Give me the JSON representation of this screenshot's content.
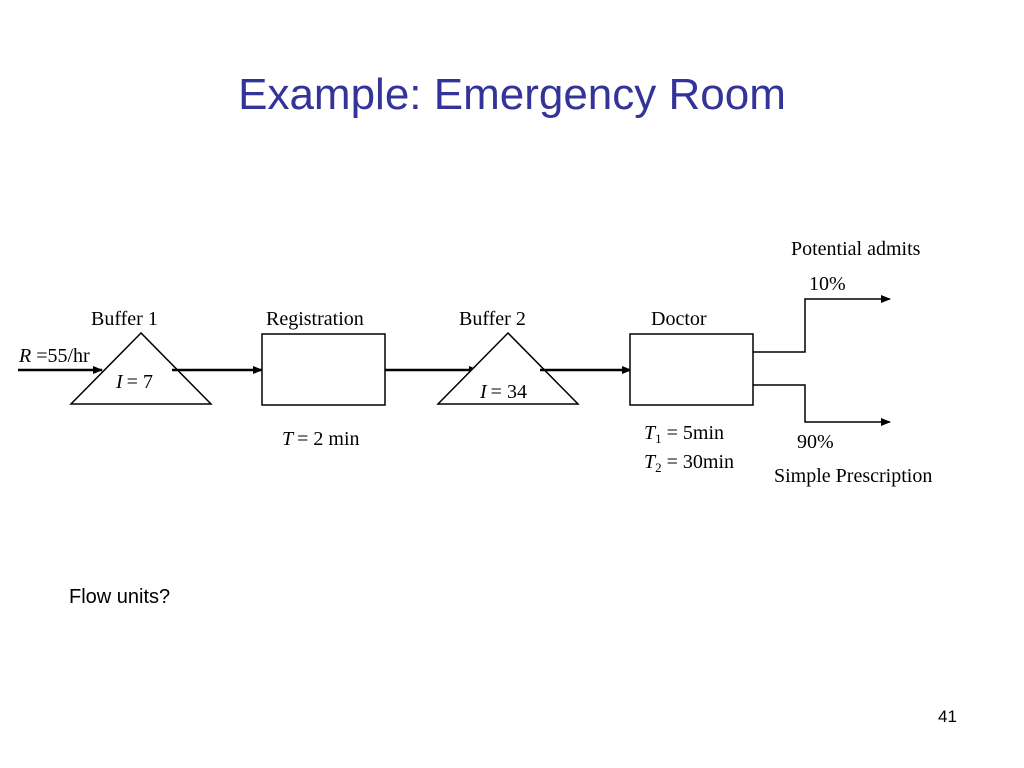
{
  "slide": {
    "title": "Example: Emergency Room",
    "body_text": "Flow units?",
    "page_number": "41"
  },
  "diagram": {
    "input": {
      "var": "R",
      "value": "=55/hr"
    },
    "buffer1": {
      "label": "Buffer 1",
      "var": "I",
      "value": "= 7"
    },
    "registration": {
      "label": "Registration",
      "time_var": "T",
      "time_value": "= 2 min"
    },
    "buffer2": {
      "label": "Buffer 2",
      "var": "I",
      "value": "= 34"
    },
    "doctor": {
      "label": "Doctor",
      "t1_var": "T",
      "t1_sub": "1",
      "t1_value": "= 5min",
      "t2_var": "T",
      "t2_sub": "2",
      "t2_value": "= 30min"
    },
    "outputs": {
      "admit_label": "Potential admits",
      "admit_pct": "10%",
      "simple_label": "Simple Prescription",
      "simple_pct": "90%"
    }
  }
}
